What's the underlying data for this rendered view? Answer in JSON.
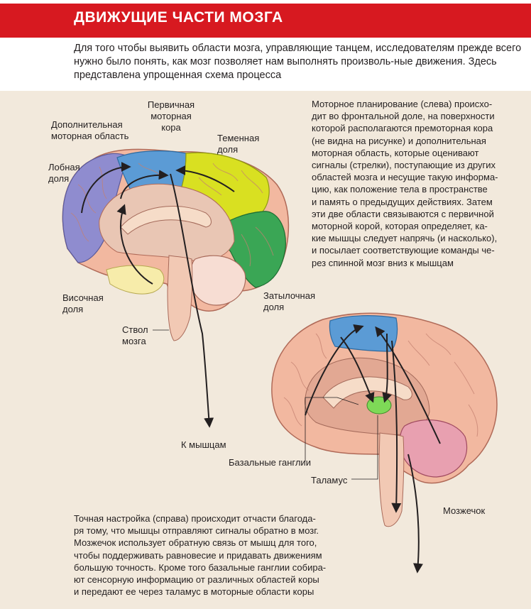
{
  "header": {
    "title": "ДВИЖУЩИЕ ЧАСТИ МОЗГА",
    "intro": "Для того чтобы выявить области мозга, управляющие танцем, исследователям прежде всего нужно было понять, как мозг позволяет нам выполнять произволь-ные движения. Здесь представлена упрощенная схема процесса"
  },
  "labels": {
    "primary_motor": [
      "Первичная",
      "моторная",
      "кора"
    ],
    "supplementary_motor": [
      "Дополнительная",
      "моторная область"
    ],
    "frontal_lobe": [
      "Лобная",
      "доля"
    ],
    "parietal_lobe": [
      "Теменная",
      "доля"
    ],
    "temporal_lobe": [
      "Височная",
      "доля"
    ],
    "occipital_lobe": [
      "Затылочная",
      "доля"
    ],
    "brainstem": [
      "Ствол",
      "мозга"
    ],
    "to_muscles": "К мышцам",
    "basal_ganglia": "Базальные ганглии",
    "thalamus": "Таламус",
    "cerebellum": "Мозжечок"
  },
  "paragraphs": {
    "motor_planning": [
      "Моторное планирование (слева) происхо-",
      "дит во фронтальной доле, на поверхности",
      "которой располагаются премоторная кора",
      "(не видна на рисунке) и дополнительная",
      "моторная область, которые оценивают",
      "сигналы (стрелки), поступающие из других",
      "областей мозга и несущие такую информа-",
      "цию, как положение тела в пространстве",
      "и память о предыдущих действиях. Затем",
      "эти две области связываются с первичной",
      "моторной корой, которая определяет, ка-",
      "кие мышцы следует напрячь (и насколько),",
      "и посылает соответствующие команды че-",
      "рез спинной мозг вниз к мышцам"
    ],
    "fine_tuning": [
      "Точная настройка (справа) происходит отчасти благода-",
      "ря тому, что мышцы отправляют сигналы обратно в мозг.",
      "Мозжечок использует обратную связь от мышц для того,",
      "чтобы поддерживать равновесие и придавать движениям",
      "большую точность. Кроме того базальные ганглии собира-",
      "ют сенсорную информацию от различных областей коры",
      "и передают ее через таламус в моторные области коры"
    ]
  },
  "colors": {
    "header_red": "#d71920",
    "panel_bg": "#f2e9dc",
    "frontal_purple": "#8f8ccf",
    "motor_blue": "#5b9bd5",
    "parietal_yellow": "#d9e021",
    "occipital_green": "#3aa655",
    "temporal_yellow": "#f7ecaa",
    "cortex_pink": "#f2b8a0",
    "cerebellum_pink": "#e8a0b0",
    "basal_green": "#7ed957"
  }
}
